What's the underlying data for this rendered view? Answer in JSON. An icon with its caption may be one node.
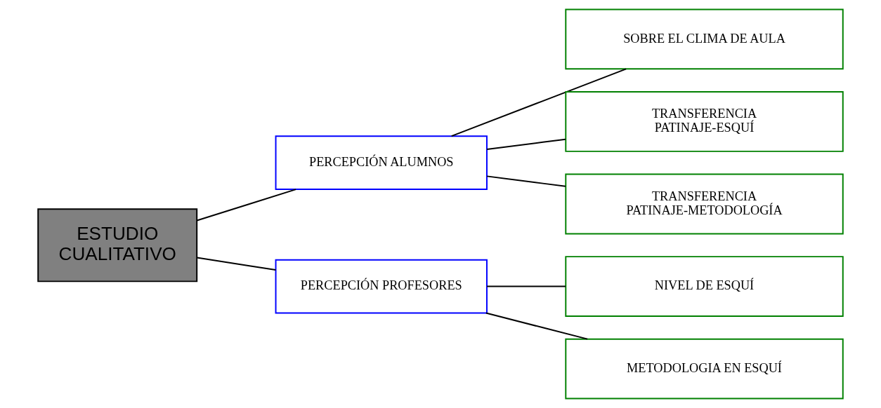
{
  "diagram": {
    "nodes": [
      {
        "text": [
          "ESTUDIO CUALITATIVO"
        ]
      },
      {
        "text": [
          "PERCEPCIÓN ALUMNOS"
        ]
      },
      {
        "text": [
          "SOBRE EL CLIMA DE AULA"
        ]
      },
      {
        "text": [
          "TRANSFERENCIA PATINAJE-ESQUÍ"
        ]
      },
      {
        "text": [
          "TRANSFERENCIA PATINAJE-METODOLOGÍA"
        ]
      },
      {
        "text": [
          "PERCEPCIÓN PROFESORES"
        ]
      },
      {
        "text": [
          "NIVEL DE ESQUÍ"
        ]
      },
      {
        "text": [
          "METODOLOGIA EN ESQUÍ"
        ]
      }
    ],
    "edges": [
      {
        "from": 0,
        "to": 1,
        "arrow": "none"
      },
      {
        "from": 0,
        "to": 5,
        "arrow": "none"
      },
      {
        "from": 1,
        "to": 2,
        "arrow": "none"
      },
      {
        "from": 1,
        "to": 3,
        "arrow": "none"
      },
      {
        "from": 1,
        "to": 4,
        "arrow": "none"
      },
      {
        "from": 5,
        "to": 6,
        "arrow": "none"
      },
      {
        "from": 5,
        "to": 7,
        "arrow": "none"
      }
    ]
  }
}
